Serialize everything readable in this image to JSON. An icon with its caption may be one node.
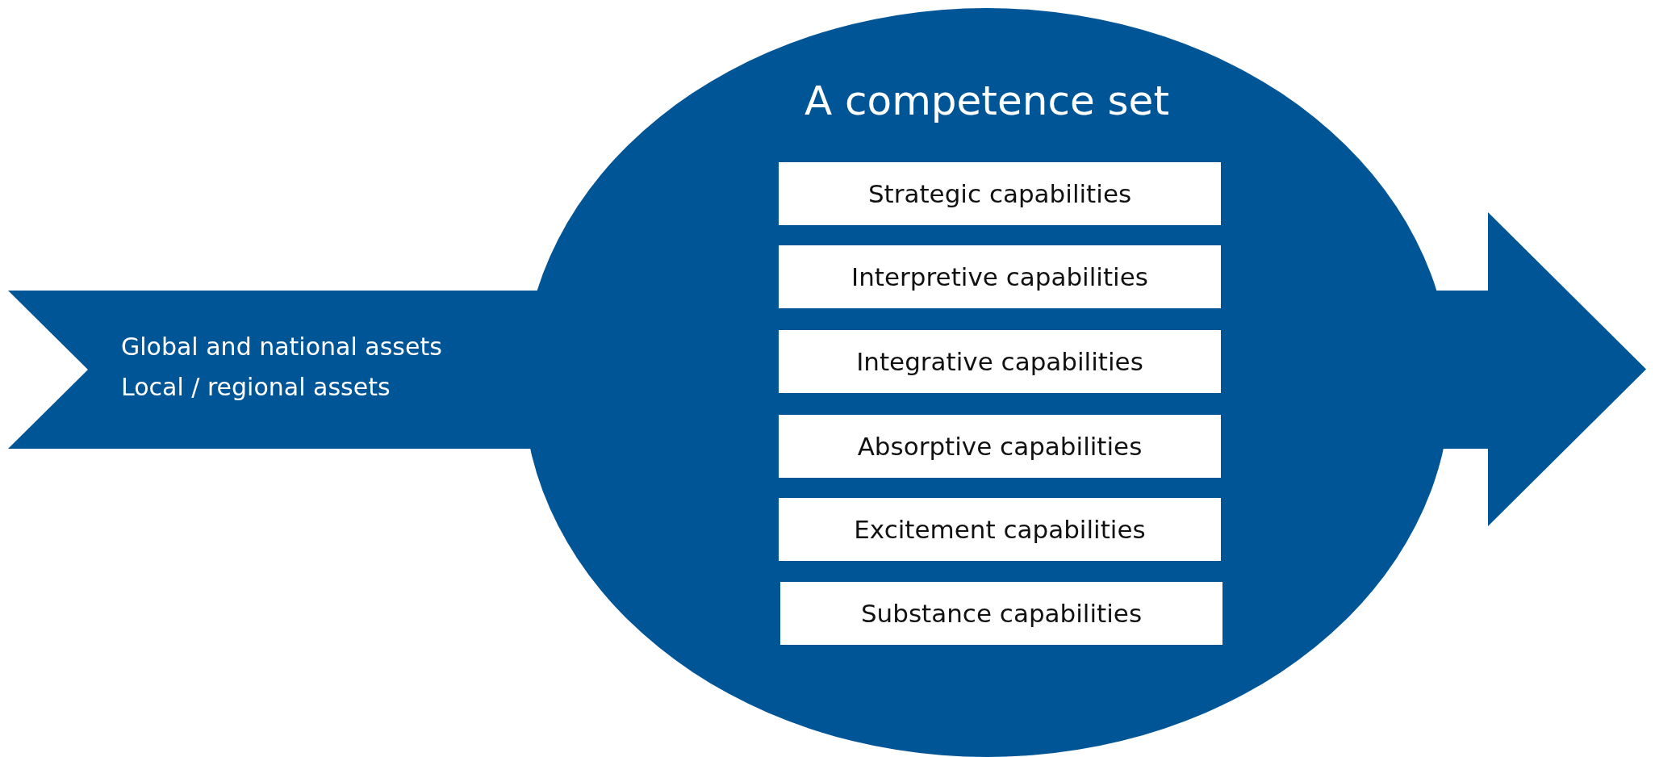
{
  "diagram": {
    "nodes": [
      {
        "text": [
          "Global and national assets",
          "Local / regional assets"
        ]
      },
      {
        "text": [
          "A competence set"
        ]
      },
      {
        "text": [
          "Strategic capabilities"
        ],
        "in": 1
      },
      {
        "text": [
          "Interpretive capabilities"
        ],
        "in": 1
      },
      {
        "text": [
          "Integrative capabilities"
        ],
        "in": 1
      },
      {
        "text": [
          "Absorptive capabilities"
        ],
        "in": 1
      },
      {
        "text": [
          "Excitement capabilities"
        ],
        "in": 1
      },
      {
        "text": [
          "Substance capabilities"
        ],
        "in": 1
      },
      {
        "text": [],
        "shape": "arrow"
      }
    ]
  }
}
